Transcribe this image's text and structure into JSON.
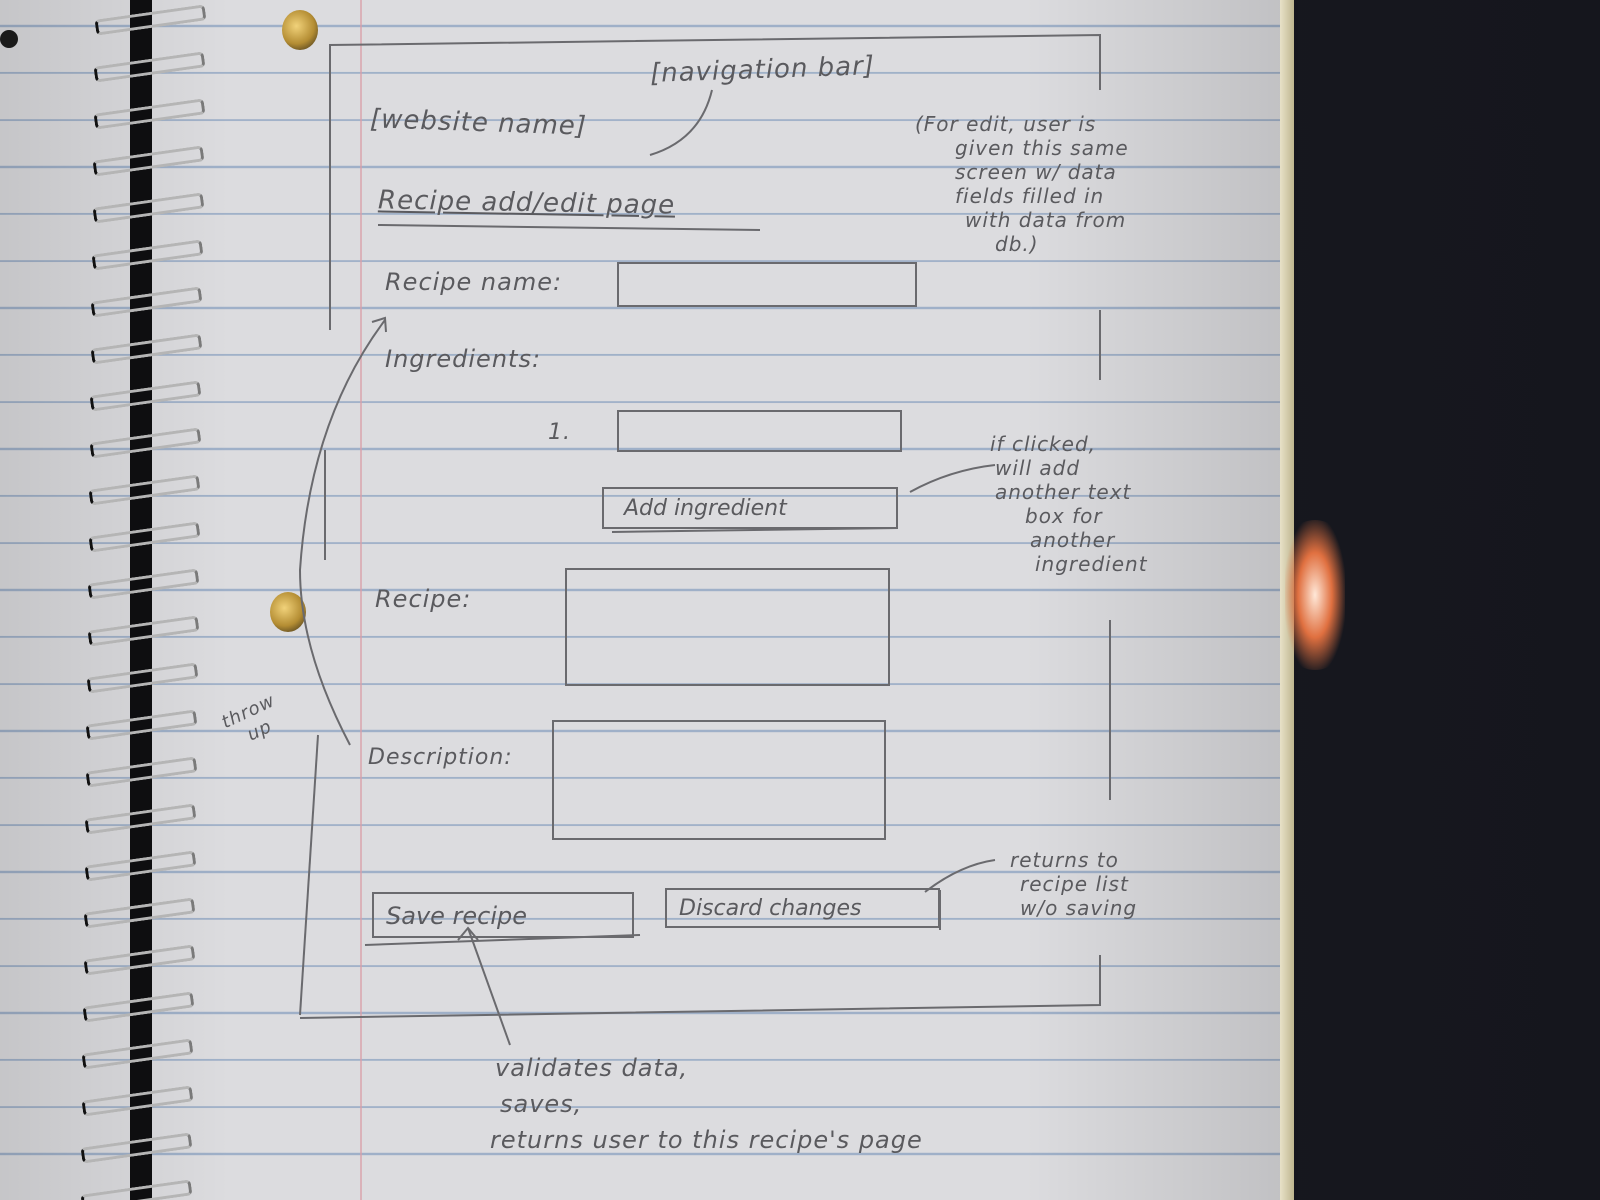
{
  "sketch": {
    "nav_bar": "[navigation bar]",
    "site_name": "[website name]",
    "page_title": "Recipe add/edit page",
    "edit_note": [
      "(For edit, user is",
      "given this same",
      "screen w/ data",
      "fields filled in",
      "with data from",
      "db.)"
    ],
    "recipe_name_label": "Recipe name:",
    "ingredients_label": "Ingredients:",
    "ingredient_number": "1.",
    "add_ingredient_button": "Add ingredient",
    "add_note": [
      "if clicked,",
      "will add",
      "another text",
      "box for",
      "another",
      "ingredient"
    ],
    "recipe_label": "Recipe:",
    "description_label": "Description:",
    "save_button": "Save recipe",
    "discard_button": "Discard changes",
    "discard_note": [
      "returns to",
      "recipe list",
      "w/o saving"
    ],
    "save_note": [
      "validates data,",
      "saves,",
      "returns user to this recipe's page"
    ],
    "margin_note": [
      "throw",
      "up"
    ]
  }
}
